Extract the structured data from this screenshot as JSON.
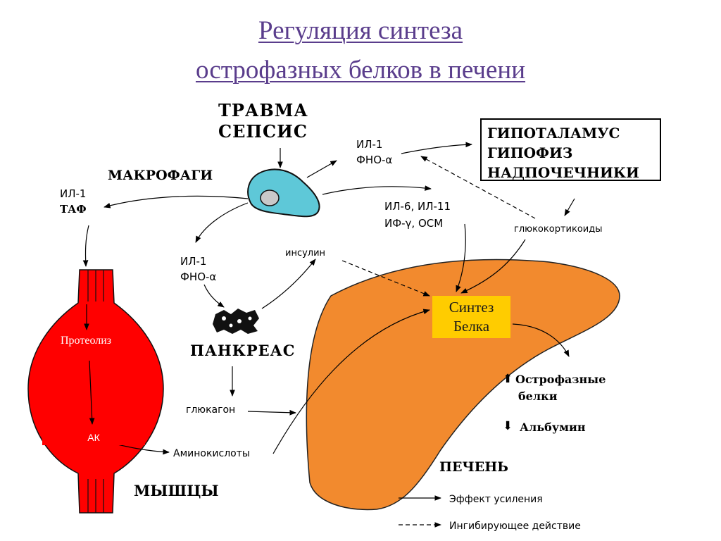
{
  "title": {
    "line1": "Регуляция синтеза",
    "line2": "острофазных белков в печени"
  },
  "trigger": {
    "line1": "ТРАВМА",
    "line2": "СЕПСИС"
  },
  "macrophages": "МАКРОФАГИ",
  "cytokines": {
    "top": {
      "line1": "ИЛ-1",
      "line2": "ФНО-α"
    },
    "right": {
      "line1": "ИЛ-6, ИЛ-11",
      "line2": "ИФ-γ, ОСМ"
    },
    "left": {
      "line1": "ИЛ-1",
      "line2": "ТАФ"
    },
    "mid": {
      "line1": "ИЛ-1",
      "line2": "ФНО-α"
    }
  },
  "hypothalamus": {
    "line1": "ГИПОТАЛАМУС",
    "line2": "ГИПОФИЗ",
    "line3": "НАДПОЧЕЧНИКИ"
  },
  "glucocorticoids": "глюкокортикоиды",
  "insulin": "инсулин",
  "pancreas": "ПАНКРЕАС",
  "glucagon": "глюкагон",
  "aminoacids": "Аминокислоты",
  "muscle": {
    "proteolysis": "Протеолиз",
    "ak": "АК",
    "label": "МЫШЦЫ"
  },
  "liver": {
    "synthesis": {
      "line1": "Синтез",
      "line2": "Белка"
    },
    "acute_phase": {
      "arrow": "⬆",
      "line1": "Острофазные",
      "line2": "белки"
    },
    "albumin": {
      "arrow": "⬇",
      "text": "Альбумин"
    },
    "label": "ПЕЧЕНЬ"
  },
  "legend": {
    "solid": "Эффект усиления",
    "dashed": "Ингибирующее действие"
  },
  "colors": {
    "title": "#5a3d8c",
    "muscle": "#ff0000",
    "liver": "#f28a2e",
    "synthesis_box": "#ffcc00",
    "cell": "#5ec8d8"
  }
}
